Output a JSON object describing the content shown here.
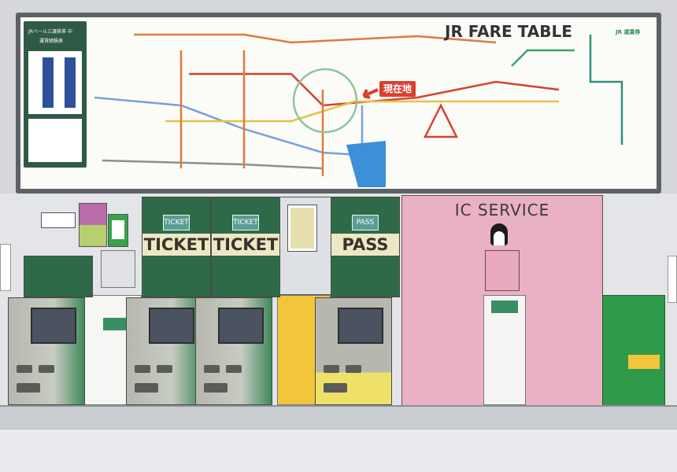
{
  "fare_board": {
    "title": "JR FARE TABLE",
    "current_location": "現在地",
    "left_panel_title": "JRベール三渡県帯 中",
    "left_panel_subtitle": "運賃随積表",
    "logo": "JR 運賃券",
    "line_colors": [
      "#e07b39",
      "#d9402f",
      "#3aa56b",
      "#7aa0d6",
      "#e6c24a",
      "#8a8f96",
      "#2f8f7a"
    ]
  },
  "machines": [
    {
      "type": "ticket",
      "header_tag": "",
      "header_label": ""
    },
    {
      "type": "ticket",
      "header_tag": "TICKET",
      "header_label": "TICKET"
    },
    {
      "type": "ticket",
      "header_tag": "TICKET",
      "header_label": "TICKET"
    },
    {
      "type": "pass",
      "header_tag": "PASS",
      "header_label": "PASS"
    }
  ],
  "ic_service": {
    "title": "IC SERVICE",
    "mascot": "penguin-icon",
    "color": "#eab0c4"
  },
  "colors": {
    "machine_green": "#2e6a48",
    "yellow_panel": "#f2c53a",
    "pink": "#eab0c4",
    "green_panel": "#2f9a4a"
  }
}
